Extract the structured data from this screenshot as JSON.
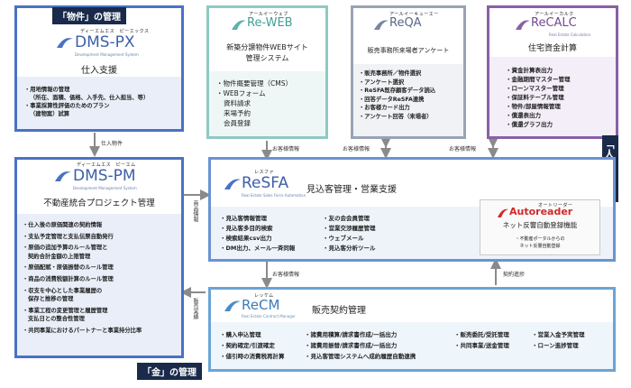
{
  "badges": {
    "property": "「物件」の管理",
    "people": "「人」の管理",
    "money": "「金」の管理"
  },
  "dms_px": {
    "ruby": "ディーエムエス　ピーエックス",
    "logo": "DMS-PX",
    "tagline": "Development Management System",
    "subtitle": "仕入支援",
    "features": [
      "・用地情報の管理",
      "（所在、面積、価格、入手先、仕入担当、等）",
      "・事業採算性評価のためのプラン",
      "（建物案）試算"
    ]
  },
  "re_web": {
    "ruby": "アールイーウェブ",
    "logo": "Re-WEB",
    "subtitle_lines": [
      "新築分譲物件WEBサイト",
      "管理システム"
    ],
    "features": [
      "・物件概要管理（CMS）",
      "・WEBフォーム",
      "資料請求",
      "来場予約",
      "会員登録"
    ]
  },
  "reqa": {
    "ruby": "アールイーキューエー",
    "logo": "ReQA",
    "subtitle": "販売事務所来場者アンケート",
    "features": [
      "・販売事務所／物件選択",
      "・アンケート選択",
      "・ReSFA既存顧客データ読込",
      "・回答データReSFA連携",
      "・お客様カード出力",
      "・アンケート回答（来場者）"
    ]
  },
  "recalc": {
    "ruby": "アールイーカルク",
    "logo": "ReCALC",
    "tagline": "Real Estate Calculation",
    "subtitle": "住宅資金計算",
    "features": [
      "・資金計算表出力",
      "・金融期間マスター管理",
      "・ローンマスター管理",
      "・保証料テーブル管理",
      "・物件/部屋情報管理",
      "・償還表出力",
      "・償還グラフ出力"
    ]
  },
  "dms_pm": {
    "ruby": "ディーエムエス　ピーエム",
    "logo": "DMS-PM",
    "tagline": "Development Management System",
    "subtitle": "不動産統合プロジェクト管理",
    "features": [
      "・仕入後の原価関連の契約情報",
      "・支払予定管理と支払伝票自動発行",
      "・原価の追加予算のルール管理と",
      "契約合計金額の上限管理",
      "・原価配賦・原価振替のルール管理",
      "・商品の消費税額計算のルール管理",
      "・収支を中心とした事業履歴の",
      "保存と推移の管理",
      "・事業工程の変更管理と履歴管理",
      "支払日との整合性管理",
      "・共同事業におけるパートナーと事業持分比率"
    ]
  },
  "resfa": {
    "ruby": "レスファ",
    "logo": "ReSFA",
    "tagline": "Real Estate Sales Force Automation",
    "subtitle": "見込客管理・営業支援",
    "features_col1": [
      "・見込客情報管理",
      "・見込客多目的検索",
      "・検索結果csv出力",
      "・DM出力、メール一斉同報"
    ],
    "features_col2": [
      "・友の会会員管理",
      "・営業交渉履歴管理",
      "・ウェブメール",
      "・見込客分析ツール"
    ]
  },
  "autoreader": {
    "ruby": "オートリーダー",
    "logo": "Autoreader",
    "subtitle": "ネット反響自動登録機能",
    "note_lines": [
      "・不動産ポータルからの",
      "ネット反響自動登録"
    ]
  },
  "recm": {
    "ruby": "レッケム",
    "logo": "ReCM",
    "tagline": "Real Estate Contract Manager",
    "subtitle": "販売契約管理",
    "features_col1": [
      "・購入申込管理",
      "・契約確定/引渡確定",
      "・値引時の消費税再計算"
    ],
    "features_col2": [
      "・諸費用積算/請求書作成/一括出力",
      "・諸費用振替/請求書作成/一括出力",
      "・見込客管理システムへ成約履歴自動連携"
    ],
    "features_col3": [
      "・販売委託/受託管理",
      "・共同事業/送金管理"
    ],
    "features_col4": [
      "・営業入金予実管理",
      "・ローン進捗管理"
    ]
  },
  "flows": {
    "purchase_property": "仕入物件",
    "product_info": "商品情報",
    "customer_info_web": "お客様情報",
    "customer_info_qa": "お客様情報",
    "customer_info_calc": "お客様情報",
    "customer_info_cm": "お客様情報",
    "contract_progress": "契約進捗",
    "sales_results": "販売実績"
  },
  "colors": {
    "dms_blue": "#4a72c4",
    "dms_fill": "#e9eef8",
    "reweb_teal": "#8fc9c3",
    "reqa_gray": "#9aa3b5",
    "recalc_purple": "#8b5fa6",
    "resfa_blue": "#6a93d2",
    "recm_blue": "#6aa4d6",
    "badge_navy": "#1a2a4a",
    "autoreader_red": "#d02a2a"
  }
}
